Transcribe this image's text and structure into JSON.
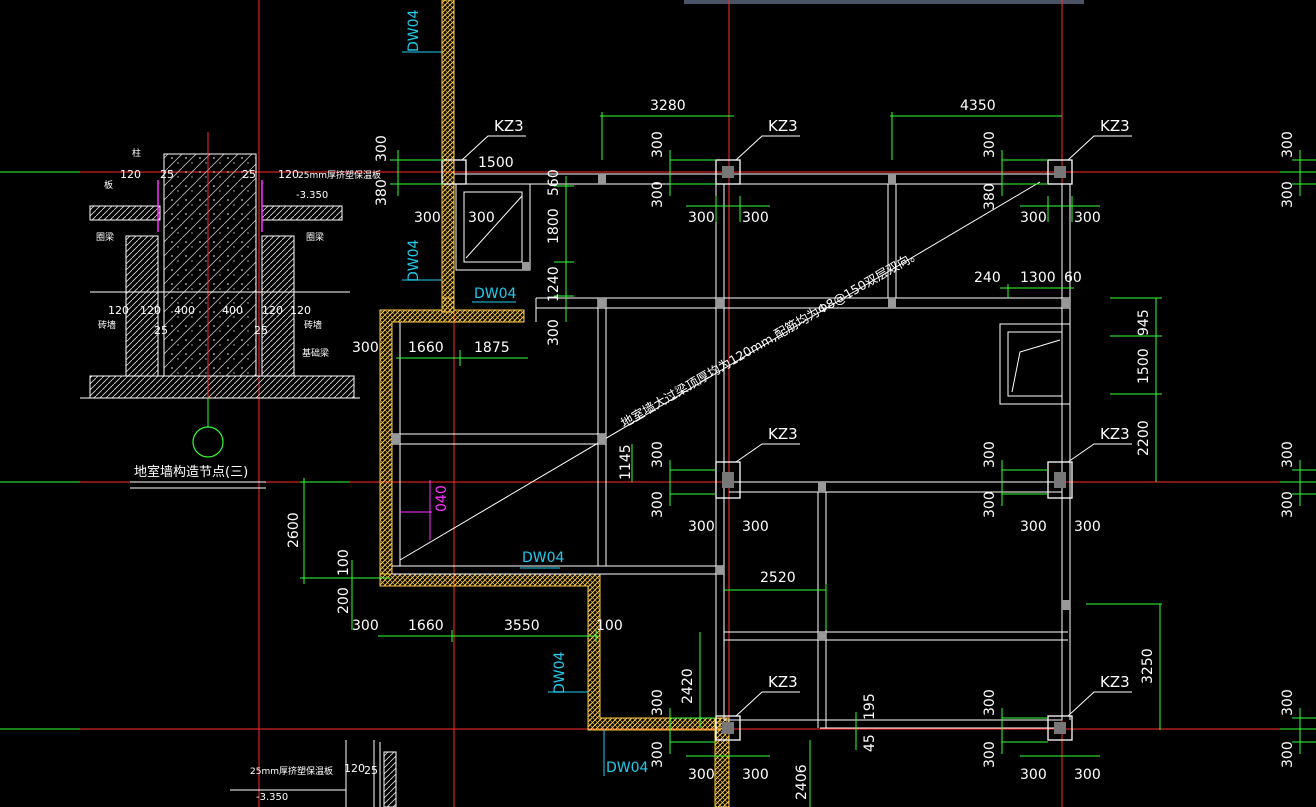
{
  "colors": {
    "background": "#000000",
    "axis": "#ff2a2a",
    "wall": "#ffffff",
    "dimension": "#33ff33",
    "cyan_label": "#22ccee",
    "magenta": "#ff33ff",
    "hatch": "#ffcc44",
    "leader": "#ffffff"
  },
  "columns": {
    "kz3": "KZ3"
  },
  "wall_labels": {
    "dw04": "DW04"
  },
  "dims": {
    "d3280": "3280",
    "d4350": "4350",
    "d1500": "1500",
    "d300": "300",
    "d380": "380",
    "d560": "560",
    "d1800": "1800",
    "d1240": "1240",
    "d1660": "1660",
    "d1875": "1875",
    "d240": "240",
    "d1300": "1300",
    "d60": "60",
    "d945": "945",
    "d2200": "2200",
    "d1145": "1145",
    "d2600": "2600",
    "d100": "100",
    "d200": "200",
    "d3550": "3550",
    "d2520": "2520",
    "d2420": "2420",
    "d3250": "3250",
    "d195": "195",
    "d45": "45",
    "d2406": "2406",
    "d400": "400",
    "d120": "120",
    "d25": "25",
    "d040": "040"
  },
  "notes": {
    "main_note": "地室墙大过梁顶厚均为120mm,配筋均为Φ8@150双层双向。",
    "detail_title": "地室墙构造节点(三)",
    "insulation": "25mm厚挤塑保温板",
    "elev": "-3.350",
    "slab": "板",
    "col": "柱",
    "beam": "圈梁",
    "wall": "砖墙",
    "base": "基础梁"
  }
}
